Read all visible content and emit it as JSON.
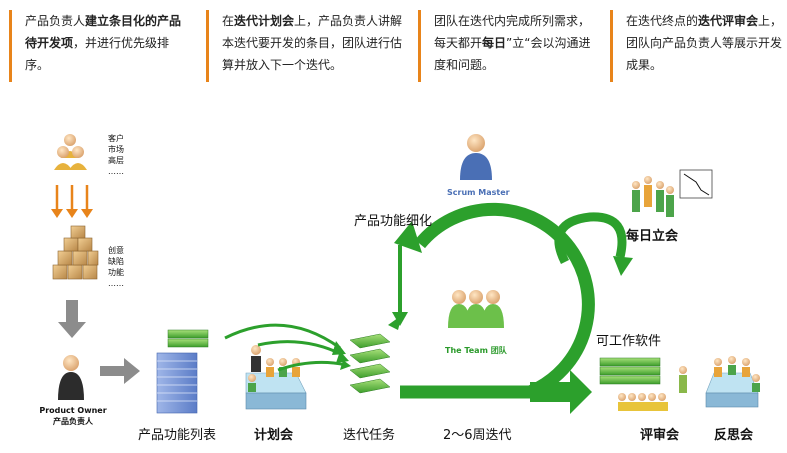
{
  "descriptions": [
    {
      "pre": "产品负责人",
      "bold1": "建立条目化的产品待开发项",
      "post": "，并进行优先级排序。"
    },
    {
      "pre": "在",
      "bold1": "迭代计划会",
      "post": "上，产品负责人讲解本迭代要开发的条目，团队进行估算并放入下一个迭代。"
    },
    {
      "pre": "团队在迭代内完成所列需求，每天都开",
      "bold1": "每日",
      "post": "”立“会以沟通进度和问题。"
    },
    {
      "pre": "在迭代终点的",
      "bold1": "迭代评审会",
      "post": "上，团队向产品负责人等展示开发成果。"
    }
  ],
  "stakeholders": [
    "客户",
    "市场",
    "高层",
    "……"
  ],
  "backlog_sources": [
    "创意",
    "缺陷",
    "功能",
    "……"
  ],
  "labels": {
    "product_owner_en": "Product Owner",
    "product_owner_cn": "产品负责人",
    "backlog": "产品功能列表",
    "planning": "计划会",
    "sprint_tasks": "迭代任务",
    "iteration": "2～6周迭代",
    "refine": "产品功能细化",
    "scrum_master": "Scrum Master",
    "team": "The Team 团队",
    "daily": "每日立会",
    "software": "可工作软件",
    "review": "评审会",
    "retro": "反思会"
  },
  "colors": {
    "accent": "#e8841a",
    "green": "#2ca02c",
    "arrow_gray": "#8c8c8c",
    "scrum_master": "#4a6fb5"
  }
}
